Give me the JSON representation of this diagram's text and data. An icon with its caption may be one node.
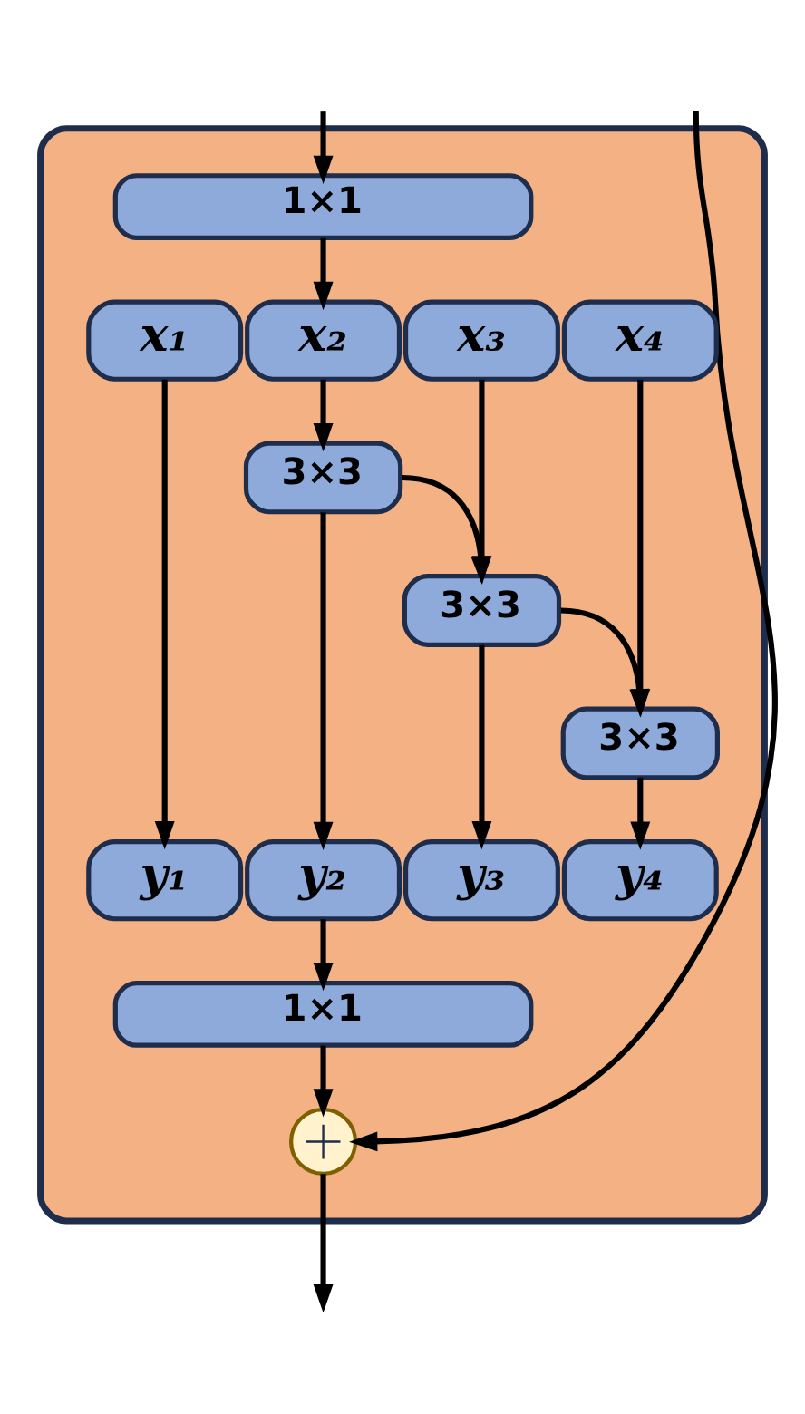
{
  "diagram": {
    "nodes": [
      {
        "text": [],
        "shape": "box"
      },
      {
        "text": [
          "1×1"
        ],
        "in": 0
      },
      {
        "text": [
          "x₁"
        ],
        "in": 0
      },
      {
        "text": [
          "x₂"
        ],
        "in": 0
      },
      {
        "text": [
          "x₃"
        ],
        "in": 0
      },
      {
        "text": [
          "x₄"
        ],
        "in": 0
      },
      {
        "text": [
          "3×3"
        ],
        "in": 0
      },
      {
        "text": [
          "3×3"
        ],
        "in": 0
      },
      {
        "text": [
          "3×3"
        ],
        "in": 0
      },
      {
        "text": [
          "y₁"
        ],
        "in": 0
      },
      {
        "text": [
          "y₂"
        ],
        "in": 0
      },
      {
        "text": [
          "y₃"
        ],
        "in": 0
      },
      {
        "text": [
          "y₄"
        ],
        "in": 0
      },
      {
        "text": [
          "1×1"
        ],
        "in": 0
      },
      {
        "text": [],
        "shape": "circle",
        "in": 0
      }
    ],
    "edges": [
      {
        "from": null,
        "to": 1,
        "arrow": "to"
      },
      {
        "from": null,
        "to": 14,
        "arrow": "to"
      },
      {
        "from": 1,
        "to": 3,
        "arrow": "to"
      },
      {
        "from": 2,
        "to": 9,
        "arrow": "to"
      },
      {
        "from": 3,
        "to": 6,
        "arrow": "to"
      },
      {
        "from": 6,
        "to": 10,
        "arrow": "to"
      },
      {
        "from": 6,
        "to": 7,
        "arrow": "to"
      },
      {
        "from": 4,
        "to": 7,
        "arrow": "to"
      },
      {
        "from": 7,
        "to": 11,
        "arrow": "to"
      },
      {
        "from": 7,
        "to": 8,
        "arrow": "to"
      },
      {
        "from": 5,
        "to": 8,
        "arrow": "to"
      },
      {
        "from": 8,
        "to": 12,
        "arrow": "to"
      },
      {
        "from": 10,
        "to": 13,
        "arrow": "to"
      },
      {
        "from": 13,
        "to": 14,
        "arrow": "to"
      },
      {
        "from": 14,
        "to": null,
        "arrow": "to"
      }
    ]
  }
}
